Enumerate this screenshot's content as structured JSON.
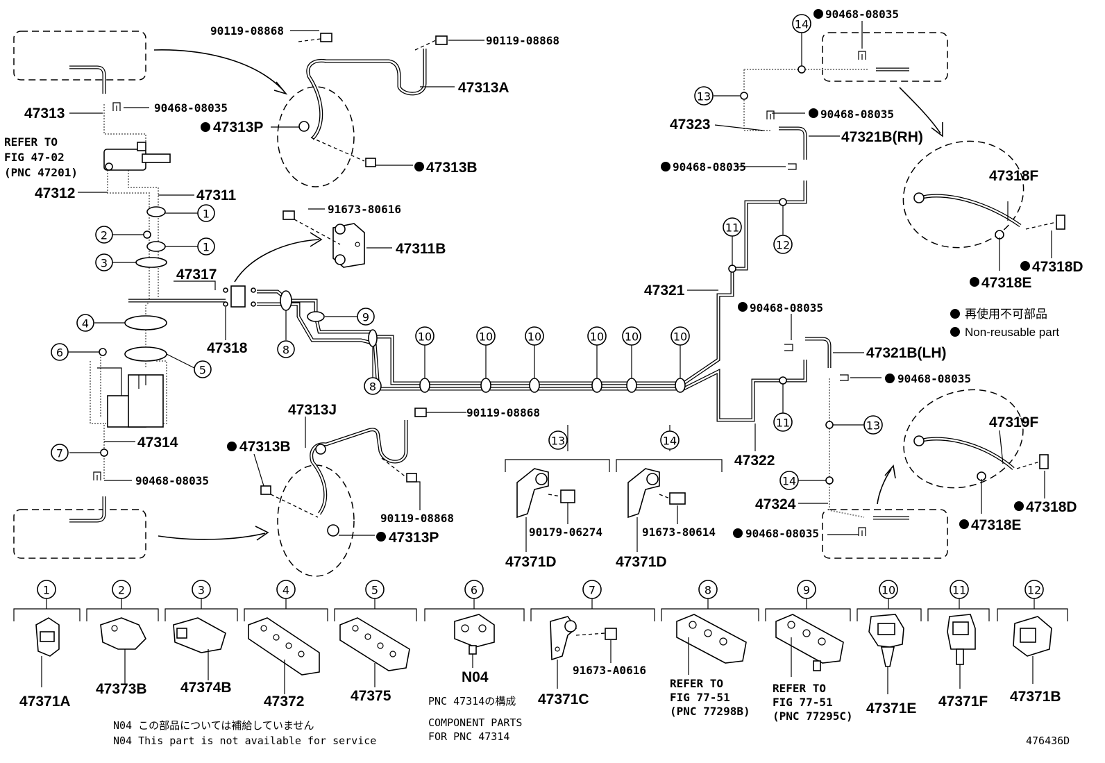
{
  "diagram_id": "476436D",
  "legend": {
    "jp": "再使用不可部品",
    "en": "Non-reusable part"
  },
  "refer_fig_47": [
    "REFER TO",
    "FIG 47-02",
    "(PNC 47201)"
  ],
  "labels": {
    "p47313": "47313",
    "p90468_tl": "90468-08035",
    "p47312": "47312",
    "p47311": "47311",
    "p47317": "47317",
    "p47318": "47318",
    "p47314": "47314",
    "p90468_bl": "90468-08035",
    "p90119_a": "90119-08868",
    "p90119_b": "90119-08868",
    "p47313A": "47313A",
    "p47313P_top": "47313P",
    "p47313B_top": "47313B",
    "p91673_80616": "91673-80616",
    "p47311B": "47311B",
    "p47313J": "47313J",
    "p90119_c": "90119-08868",
    "p90119_d": "90119-08868",
    "p47313B_bot": "47313B",
    "p47313P_bot": "47313P",
    "p90468_tr": "90468-08035",
    "p90468_r2": "90468-08035",
    "p47323": "47323",
    "p47321B_RH": "47321B(RH)",
    "p90468_r3": "90468-08035",
    "p47321": "47321",
    "p90468_r4": "90468-08035",
    "p47321B_LH": "47321B(LH)",
    "p90468_r5": "90468-08035",
    "p47322": "47322",
    "p47324": "47324",
    "p90468_r6": "90468-08035",
    "p47318F": "47318F",
    "p47318D_top": "47318D",
    "p47318E_top": "47318E",
    "p47319F": "47319F",
    "p47318D_bot": "47318D",
    "p47318E_bot": "47318E",
    "p90179_06274": "90179-06274",
    "p47371D_a": "47371D",
    "p91673_80614": "91673-80614",
    "p47371D_b": "47371D"
  },
  "circle_numbers": {
    "c1": "1",
    "c2": "2",
    "c3": "3",
    "c4": "4",
    "c5": "5",
    "c6": "6",
    "c7": "7",
    "c8": "8",
    "c9": "9",
    "c10": "10",
    "c11": "11",
    "c12": "12",
    "c13": "13",
    "c14": "14"
  },
  "parts_row": [
    {
      "num": "1",
      "part": "47371A"
    },
    {
      "num": "2",
      "part": "47373B"
    },
    {
      "num": "3",
      "part": "47374B"
    },
    {
      "num": "4",
      "part": "47372"
    },
    {
      "num": "5",
      "part": "47375"
    },
    {
      "num": "6",
      "part": "N04"
    },
    {
      "num": "7",
      "part": "47371C"
    },
    {
      "num": "8",
      "part": ""
    },
    {
      "num": "9",
      "part": ""
    },
    {
      "num": "10",
      "part": "47371E"
    },
    {
      "num": "11",
      "part": "47371F"
    },
    {
      "num": "12",
      "part": "47371B"
    }
  ],
  "row_extras": {
    "p91673_A0616": "91673-A0616",
    "refer8": [
      "REFER TO",
      "FIG 77-51",
      "(PNC 77298B)"
    ],
    "refer9": [
      "REFER TO",
      "FIG 77-51",
      "(PNC 77295C)"
    ],
    "pnc_jp": "PNC 47314の構成",
    "pnc_en": [
      "COMPONENT PARTS",
      "FOR PNC 47314"
    ],
    "note_jp": "N04 この部品については補給していません",
    "note_en": "N04 This part is not available for service"
  }
}
